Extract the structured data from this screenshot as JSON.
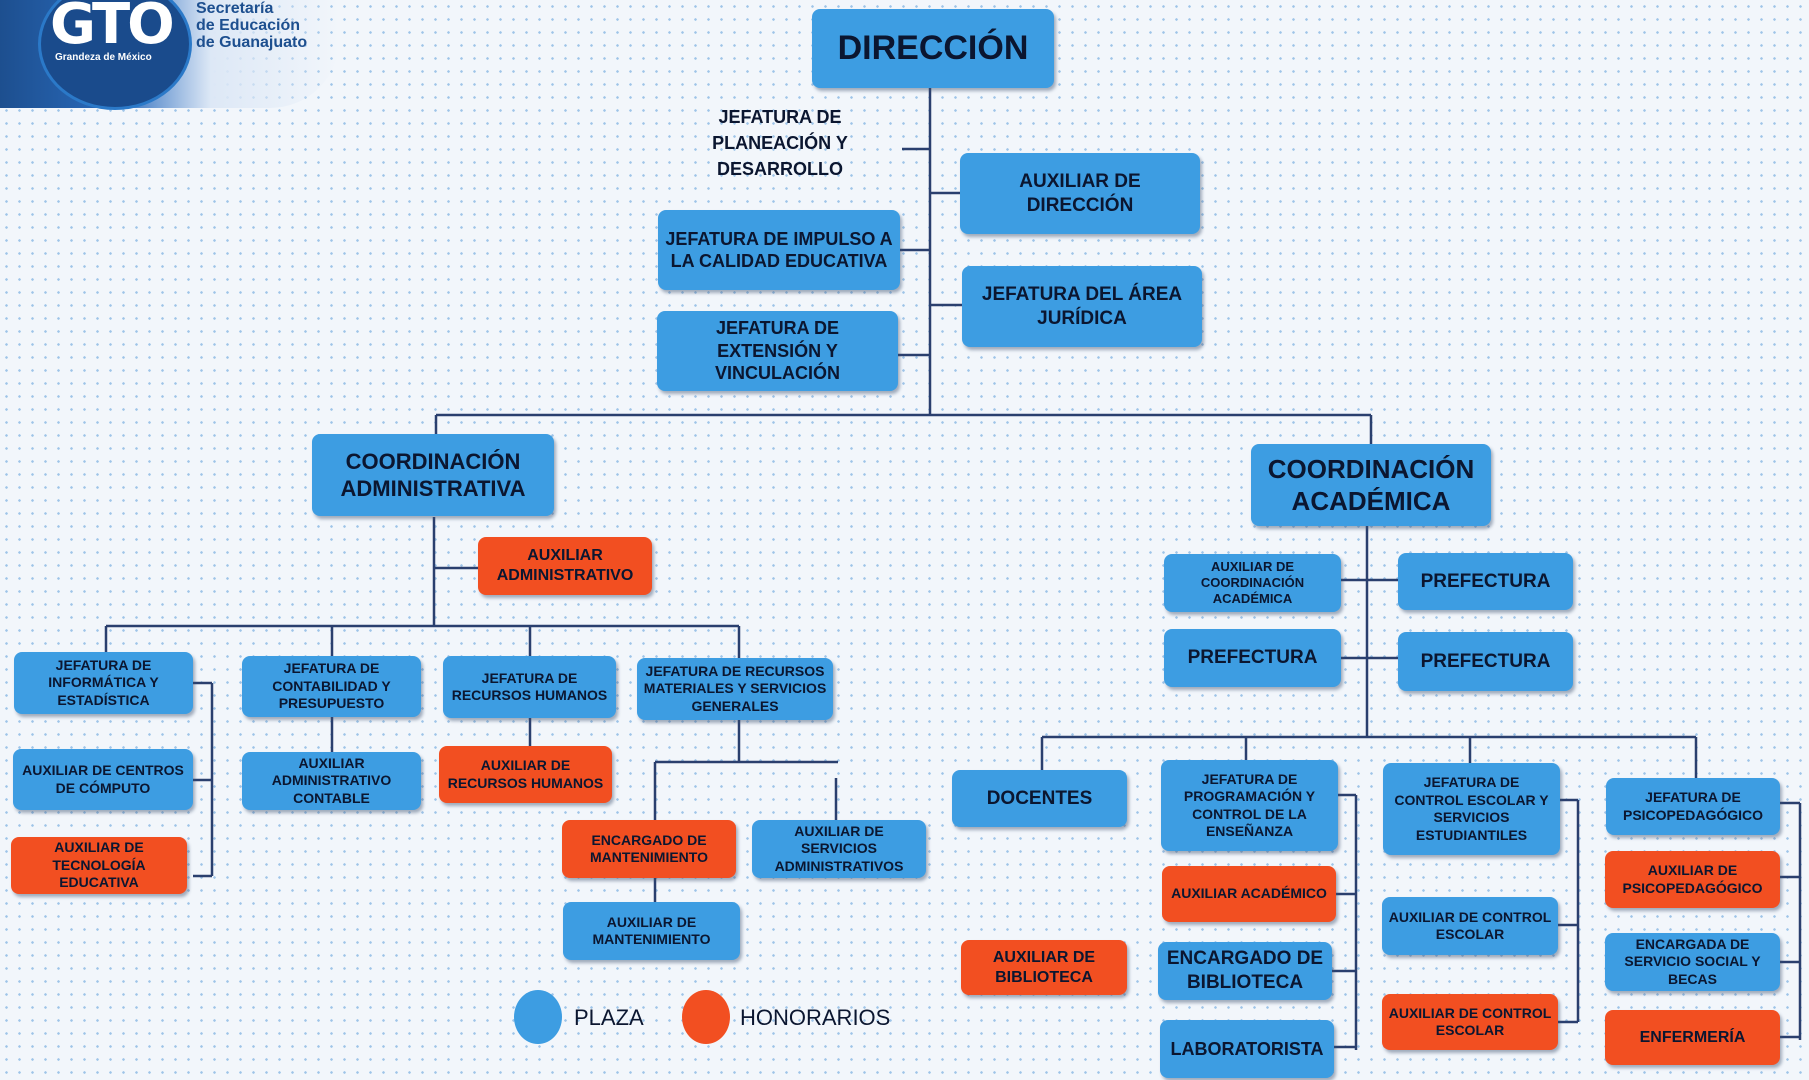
{
  "logo": {
    "mark": "GTO",
    "tagline": "Grandeza de México",
    "org_line1": "Secretaría",
    "org_line2": "de Educación",
    "org_line3": "de Guanajuato"
  },
  "nodes": {
    "direccion": "DIRECCIÓN",
    "planeacion": "JEFATURA DE PLANEACIÓN Y DESARROLLO",
    "impulso": "JEFATURA DE IMPULSO A LA CALIDAD EDUCATIVA",
    "extension": "JEFATURA DE EXTENSIÓN Y VINCULACIÓN",
    "aux_direccion": "AUXILIAR DE DIRECCIÓN",
    "juridica": "JEFATURA DEL ÁREA JURÍDICA",
    "coord_admin": "COORDINACIÓN ADMINISTRATIVA",
    "coord_acad": "COORDINACIÓN ACADÉMICA",
    "aux_admin": "AUXILIAR ADMINISTRATIVO",
    "informatica": "JEFATURA DE INFORMÁTICA Y ESTADÍSTICA",
    "centros_computo": "AUXILIAR DE CENTROS DE CÓMPUTO",
    "tecnologia": "AUXILIAR DE TECNOLOGÍA EDUCATIVA",
    "contabilidad": "JEFATURA DE CONTABILIDAD Y PRESUPUESTO",
    "aux_contable": "AUXILIAR ADMINISTRATIVO CONTABLE",
    "rh": "JEFATURA DE RECURSOS HUMANOS",
    "aux_rh": "AUXILIAR DE RECURSOS HUMANOS",
    "recursos_materiales": "JEFATURA DE RECURSOS MATERIALES Y SERVICIOS GENERALES",
    "enc_mantenimiento": "ENCARGADO DE MANTENIMIENTO",
    "aux_servicios": "AUXILIAR DE SERVICIOS ADMINISTRATIVOS",
    "aux_mantenimiento": "AUXILIAR DE MANTENIMIENTO",
    "aux_coord_acad": "AUXILIAR DE COORDINACIÓN ACADÉMICA",
    "prefectura_1": "PREFECTURA",
    "prefectura_2": "PREFECTURA",
    "prefectura_3": "PREFECTURA",
    "docentes": "DOCENTES",
    "programacion": "JEFATURA DE PROGRAMACIÓN Y CONTROL DE LA ENSEÑANZA",
    "aux_academico": "AUXILIAR ACADÉMICO",
    "enc_biblioteca": "ENCARGADO DE BIBLIOTECA",
    "laboratorista": "LABORATORISTA",
    "aux_biblioteca": "AUXILIAR DE BIBLIOTECA",
    "control_escolar": "JEFATURA DE CONTROL ESCOLAR Y SERVICIOS ESTUDIANTILES",
    "aux_control_1": "AUXILIAR DE CONTROL ESCOLAR",
    "aux_control_2": "AUXILIAR DE CONTROL ESCOLAR",
    "psicopedagogico": "JEFATURA DE PSICOPEDAGÓGICO",
    "aux_psico": "AUXILIAR DE PSICOPEDAGÓGICO",
    "servicio_social": "ENCARGADA DE SERVICIO SOCIAL Y BECAS",
    "enfermeria": "ENFERMERÍA"
  },
  "legend": {
    "plaza": "PLAZA",
    "honorarios": "HONORARIOS"
  },
  "colors": {
    "plaza": "#3d9de2",
    "honorarios": "#f24f21",
    "connector": "#2a3f6e"
  }
}
